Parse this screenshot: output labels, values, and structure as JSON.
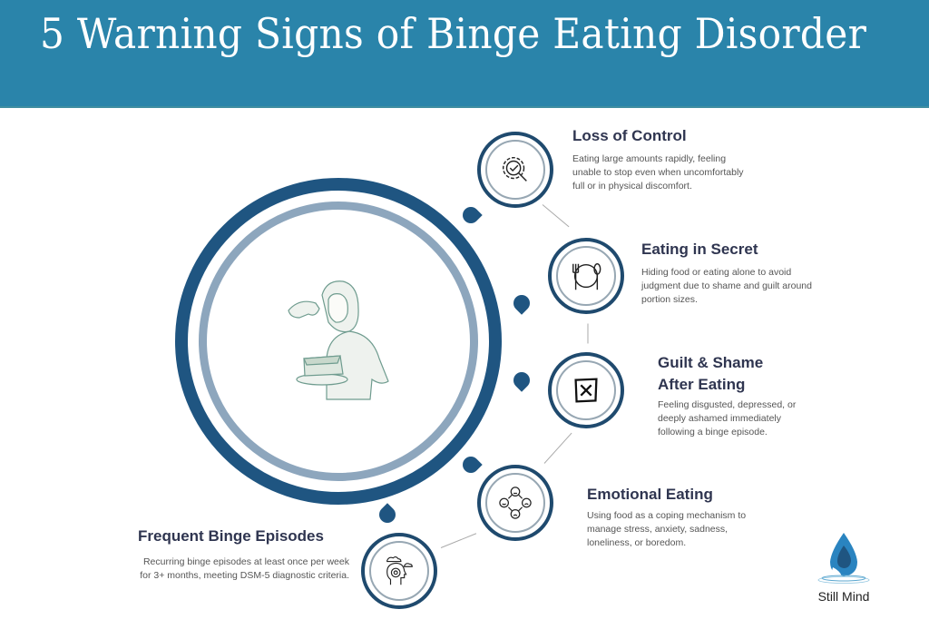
{
  "header": {
    "title": "5 Warning Signs of Binge Eating Disorder",
    "background_color": "#2a84aa"
  },
  "center_illustration": {
    "description": "woman-eating-cake-illustration",
    "outer_ring_color": "#1f5581",
    "inner_ring_color": "#8da6bd"
  },
  "signs": [
    {
      "title": "Loss of Control",
      "description": "Eating large amounts rapidly, feeling unable to stop even when uncomfortably full or in physical discomfort.",
      "icon": "gear-checkmark-magnifier-icon"
    },
    {
      "title": "Eating in Secret",
      "description": "Hiding food or eating alone to avoid judgment due to shame and guilt around portion sizes.",
      "icon": "plate-fork-spoon-icon"
    },
    {
      "title": "Guilt & Shame After Eating",
      "title_line1": "Guilt & Shame",
      "title_line2": "After Eating",
      "description": "Feeling disgusted, depressed, or deeply ashamed immediately following a binge episode.",
      "icon": "x-box-icon"
    },
    {
      "title": "Emotional Eating",
      "description": "Using food as a coping mechanism to manage stress, anxiety, sadness, loneliness, or boredom.",
      "icon": "emotion-faces-icon"
    },
    {
      "title": "Frequent Binge Episodes",
      "description": "Recurring binge episodes at least once per week for 3+ months, meeting DSM-5 diagnostic criteria.",
      "icon": "head-clouds-cycle-icon"
    }
  ],
  "logo": {
    "name": "Still Mind",
    "icon": "water-drop-logo-icon"
  }
}
